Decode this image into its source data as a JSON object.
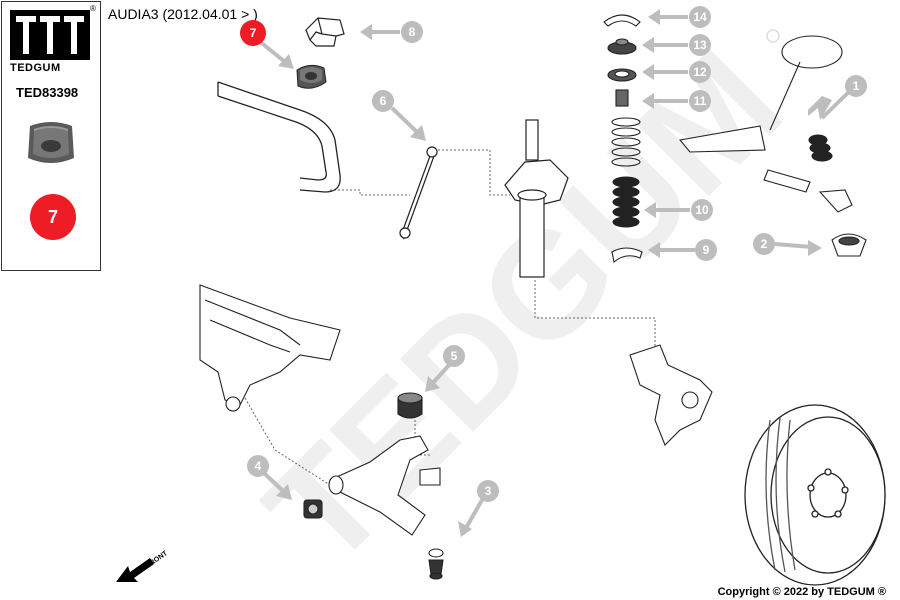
{
  "brand": {
    "name": "TEDGUM",
    "registered": "®",
    "part_number": "TED83398",
    "highlight_item": "7"
  },
  "vehicle": {
    "title": "AUDIA3 (2012.04.01 > )"
  },
  "watermark": "TEDGUM",
  "callouts": [
    {
      "num": "1"
    },
    {
      "num": "2"
    },
    {
      "num": "3"
    },
    {
      "num": "4"
    },
    {
      "num": "5"
    },
    {
      "num": "6"
    },
    {
      "num": "8"
    },
    {
      "num": "9"
    },
    {
      "num": "10"
    },
    {
      "num": "11"
    },
    {
      "num": "12"
    },
    {
      "num": "13"
    },
    {
      "num": "14"
    }
  ],
  "front_label": "FRONT",
  "copyright": "Copyright © 2022 by TEDGUM ®",
  "colors": {
    "highlight": "#ee1c25",
    "callout": "#bdbdbd",
    "watermark": "#eeeeee"
  }
}
